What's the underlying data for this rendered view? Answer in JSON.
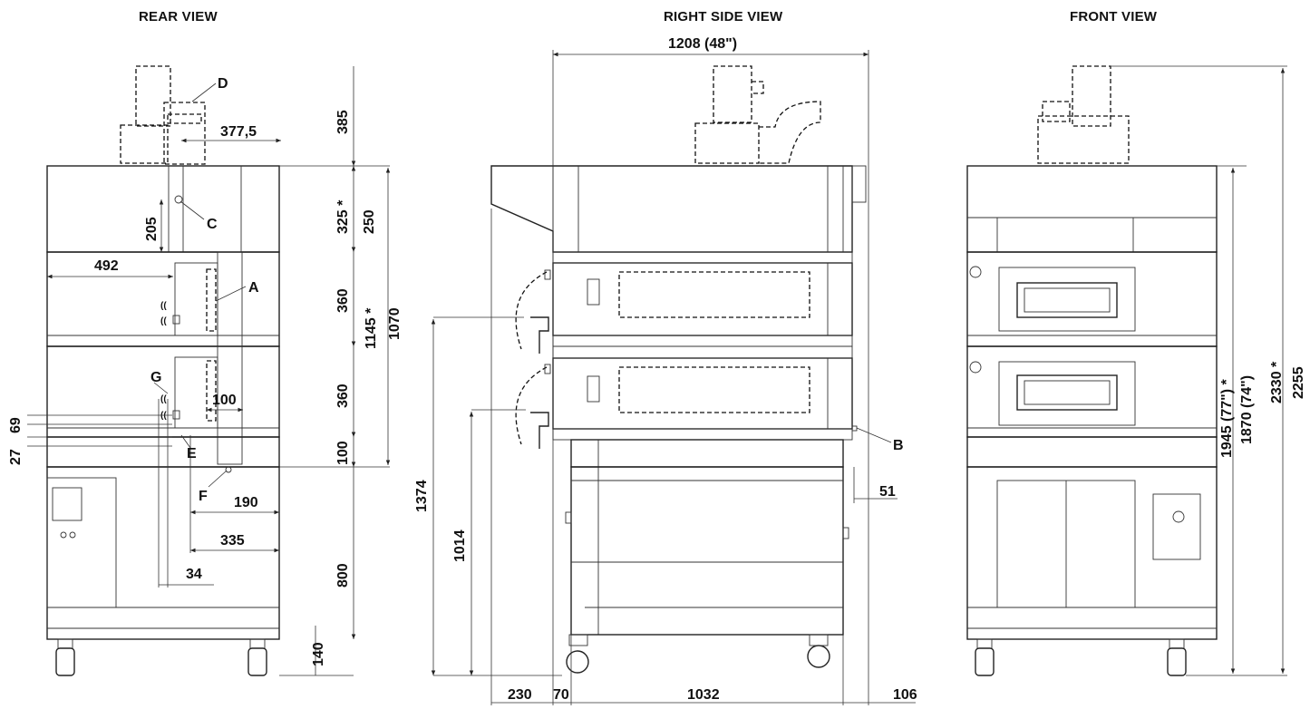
{
  "views": {
    "rear": "REAR VIEW",
    "side": "RIGHT SIDE VIEW",
    "front": "FRONT VIEW"
  },
  "rear_dims": {
    "d385": "385",
    "d377": "377,5",
    "d325": "325 *",
    "d250": "250",
    "d205": "205",
    "d492": "492",
    "d360a": "360",
    "d1145": "1145 *",
    "d1070": "1070",
    "d360b": "360",
    "d100a": "100",
    "d69": "69",
    "d27": "27",
    "d100b": "100",
    "d190": "190",
    "d335": "335",
    "d34": "34",
    "d800": "800",
    "d140": "140"
  },
  "rear_labels": {
    "A": "A",
    "C": "C",
    "D": "D",
    "E": "E",
    "F": "F",
    "G": "G"
  },
  "side_dims": {
    "d1208": "1208  (48\")",
    "d1374": "1374",
    "d1014": "1014",
    "d51": "51",
    "d230": "230",
    "d70": "70",
    "d1032": "1032",
    "d106": "106",
    "B": "B"
  },
  "front_dims": {
    "d1945": "1945 (77\") *",
    "d1870": "1870 (74\")",
    "d2330": "2330 *",
    "d2255": "2255"
  }
}
